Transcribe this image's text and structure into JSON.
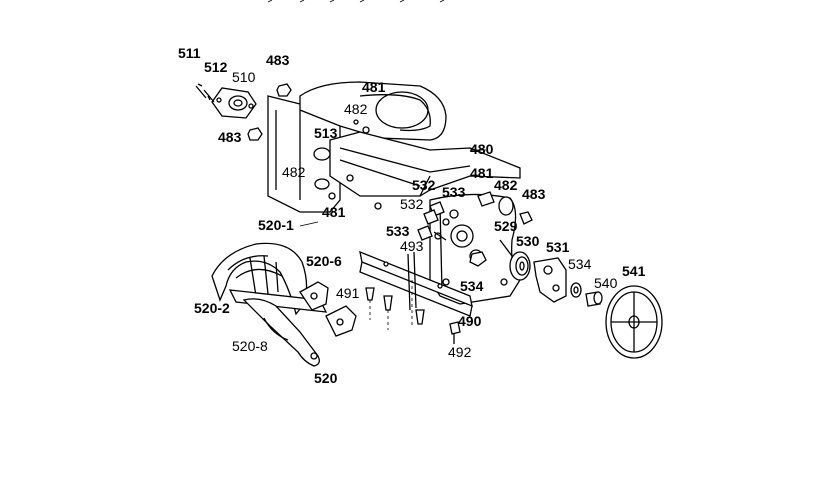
{
  "labels": [
    {
      "id": "511",
      "text": "511",
      "bold": true
    },
    {
      "id": "512",
      "text": "512",
      "bold": true
    },
    {
      "id": "510",
      "text": "510",
      "bold": false
    },
    {
      "id": "483a",
      "text": "483",
      "bold": true
    },
    {
      "id": "481a",
      "text": "481",
      "bold": true
    },
    {
      "id": "482a",
      "text": "482",
      "bold": false
    },
    {
      "id": "483b",
      "text": "483",
      "bold": true
    },
    {
      "id": "513",
      "text": "513",
      "bold": true
    },
    {
      "id": "480",
      "text": "480",
      "bold": true
    },
    {
      "id": "482b",
      "text": "482",
      "bold": false
    },
    {
      "id": "481b",
      "text": "481",
      "bold": true
    },
    {
      "id": "532a",
      "text": "532",
      "bold": true
    },
    {
      "id": "533a",
      "text": "533",
      "bold": true
    },
    {
      "id": "482c",
      "text": "482",
      "bold": true
    },
    {
      "id": "483c",
      "text": "483",
      "bold": true
    },
    {
      "id": "481c",
      "text": "481",
      "bold": true
    },
    {
      "id": "532b",
      "text": "532",
      "bold": false
    },
    {
      "id": "520-1",
      "text": "520-1",
      "bold": true
    },
    {
      "id": "529",
      "text": "529",
      "bold": true
    },
    {
      "id": "533b",
      "text": "533",
      "bold": true
    },
    {
      "id": "530",
      "text": "530",
      "bold": true
    },
    {
      "id": "493",
      "text": "493",
      "bold": false
    },
    {
      "id": "531",
      "text": "531",
      "bold": true
    },
    {
      "id": "520-6",
      "text": "520-6",
      "bold": true
    },
    {
      "id": "534a",
      "text": "534",
      "bold": false
    },
    {
      "id": "541",
      "text": "541",
      "bold": true
    },
    {
      "id": "540",
      "text": "540",
      "bold": false
    },
    {
      "id": "491",
      "text": "491",
      "bold": false
    },
    {
      "id": "534b",
      "text": "534",
      "bold": true
    },
    {
      "id": "520-2",
      "text": "520-2",
      "bold": true
    },
    {
      "id": "490",
      "text": "490",
      "bold": true
    },
    {
      "id": "520-8",
      "text": "520-8",
      "bold": false
    },
    {
      "id": "492",
      "text": "492",
      "bold": false
    },
    {
      "id": "520",
      "text": "520",
      "bold": true
    }
  ]
}
